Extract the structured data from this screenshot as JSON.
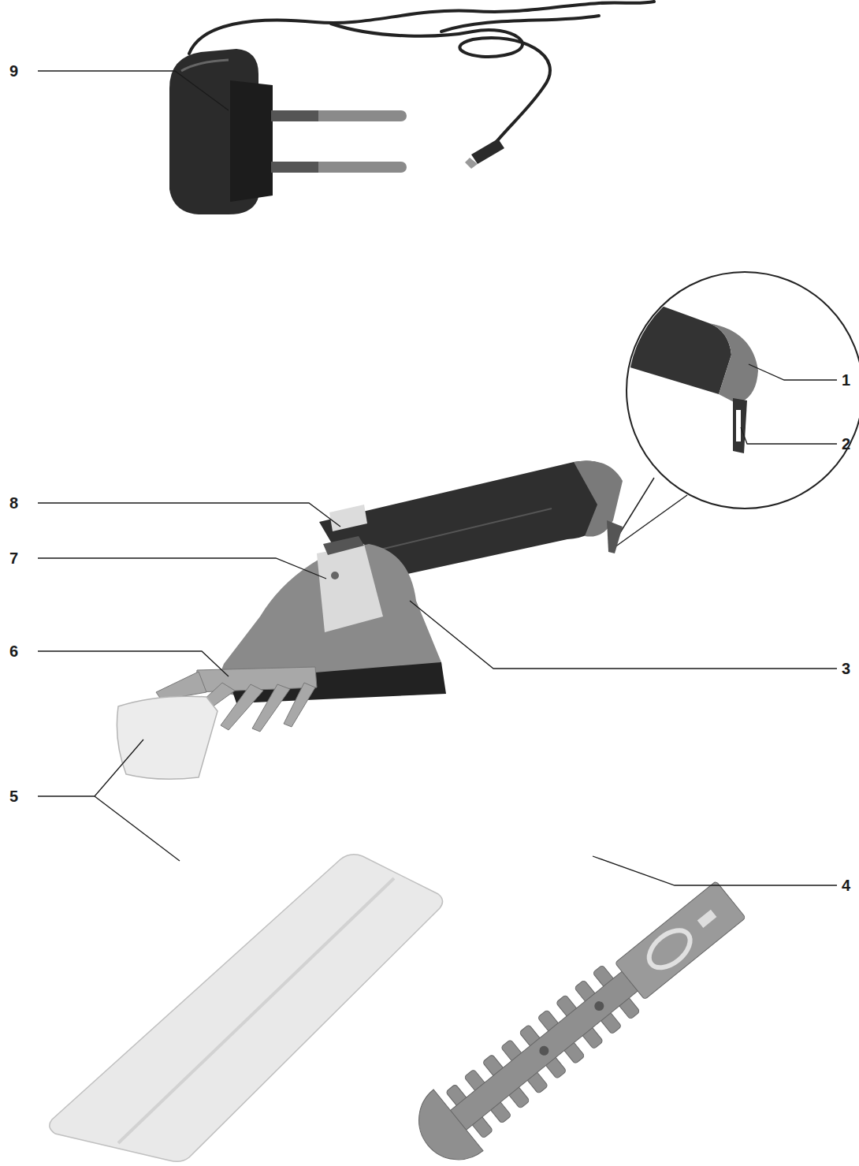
{
  "diagram": {
    "labels": [
      "9",
      "1",
      "2",
      "8",
      "7",
      "3",
      "6",
      "5",
      "4"
    ]
  }
}
